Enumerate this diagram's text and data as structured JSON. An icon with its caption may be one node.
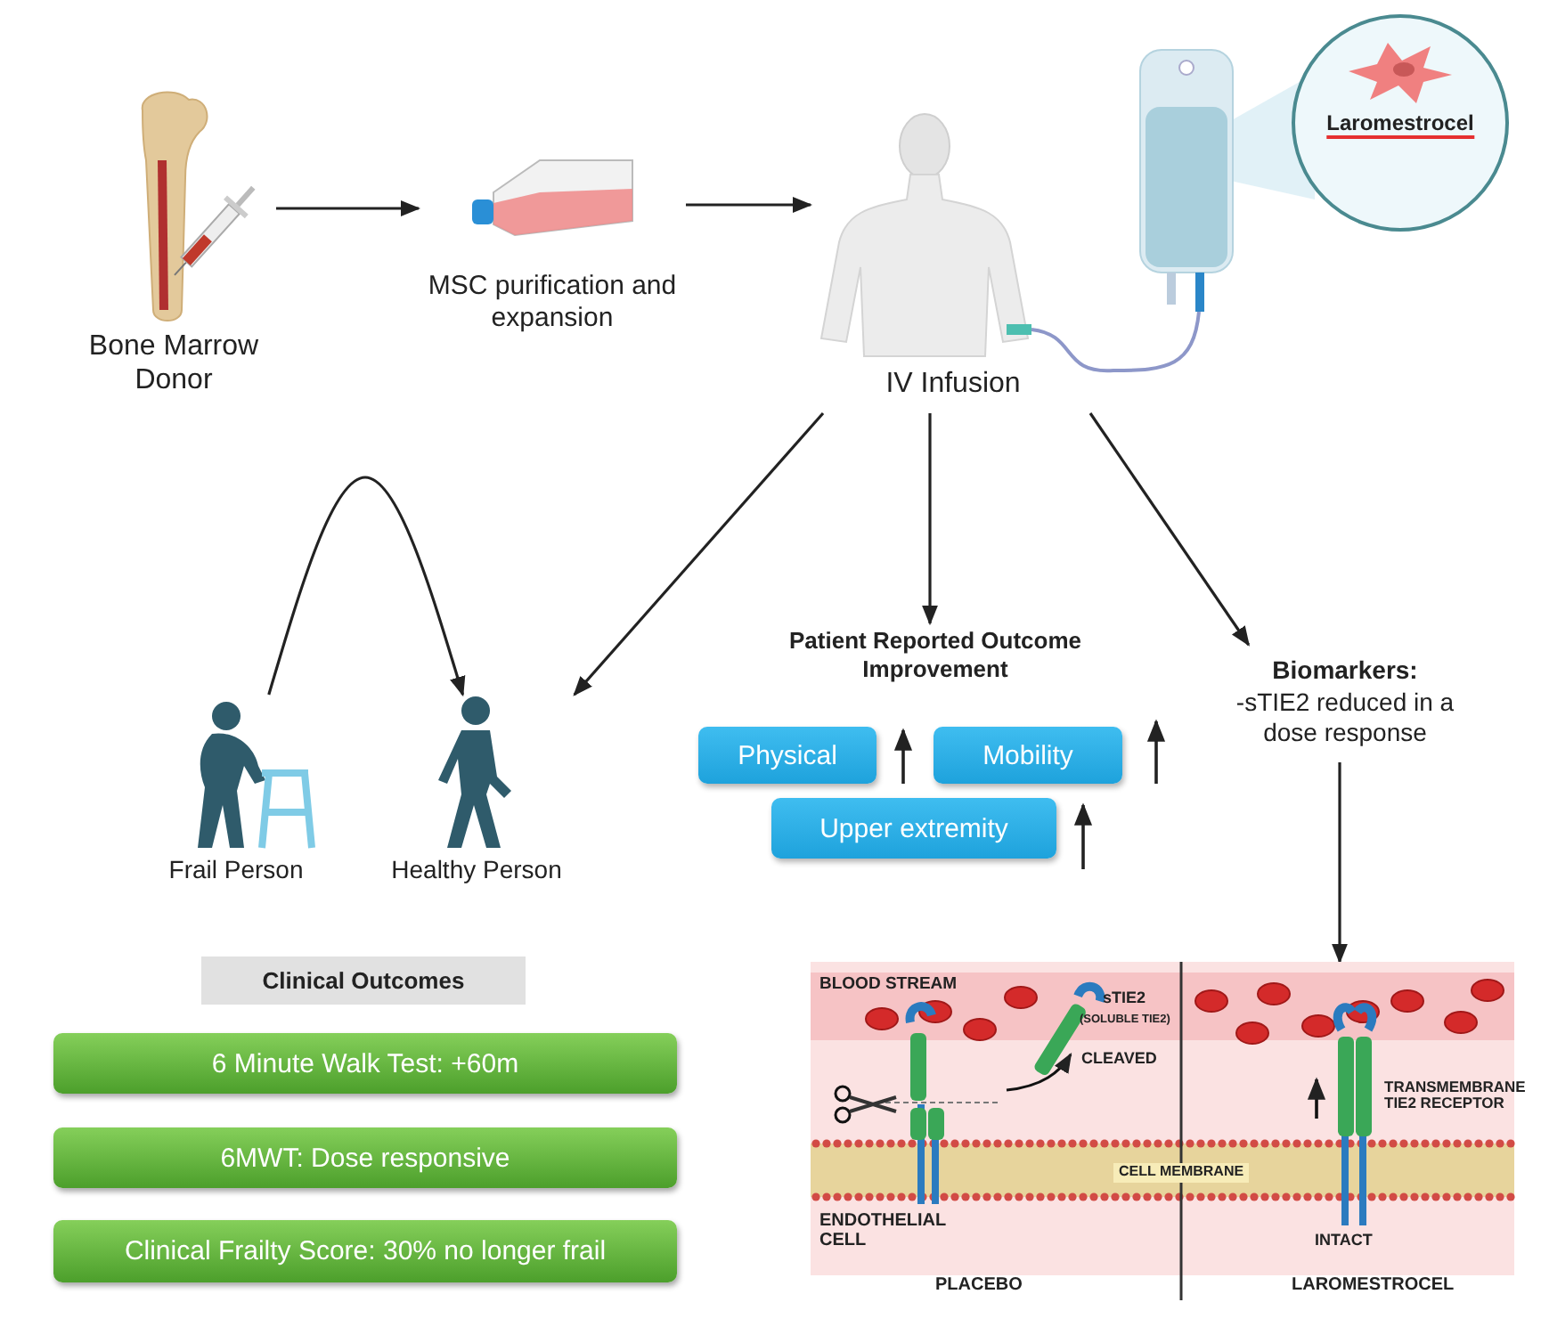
{
  "diagram": {
    "nodes": [
      {
        "text": [
          "Bone Marrow Donor"
        ]
      },
      {
        "text": [
          "MSC purification and expansion"
        ]
      },
      {
        "text": [
          "IV Infusion"
        ]
      },
      {
        "text": [
          "Laromestrocel"
        ]
      },
      {
        "text": [
          "Frail Person"
        ]
      },
      {
        "text": [
          "Healthy Person"
        ]
      },
      {
        "text": [
          "Patient Reported Outcome Improvement"
        ]
      },
      {
        "text": [
          "Physical"
        ]
      },
      {
        "text": [
          "Mobility"
        ]
      },
      {
        "text": [
          "Upper extremity"
        ]
      },
      {
        "text": [
          "Biomarkers:",
          "-sTIE2 reduced in a dose response"
        ]
      },
      {
        "text": [],
        "shape": "picture"
      },
      {
        "text": [
          "Clinical Outcomes"
        ]
      },
      {
        "text": [
          "6 Minute Walk Test: +60m"
        ]
      },
      {
        "text": [
          "6MWT: Dose responsive"
        ]
      },
      {
        "text": [
          "Clinical Frailty Score: 30% no longer frail"
        ]
      }
    ],
    "edges": [
      {
        "from": 0,
        "to": 1,
        "arrow": "to"
      },
      {
        "from": 1,
        "to": 2,
        "arrow": "to"
      },
      {
        "from": 2,
        "to": 5,
        "arrow": "to"
      },
      {
        "from": 2,
        "to": 6,
        "arrow": "to"
      },
      {
        "from": 2,
        "to": 10,
        "arrow": "to"
      },
      {
        "from": 4,
        "to": 5,
        "arrow": "to"
      },
      {
        "from": 10,
        "to": 11,
        "arrow": "to"
      }
    ],
    "labels": [
      "BLOOD STREAM",
      "sTIE2",
      "(SOLUBLE TIE2)",
      "CLEAVED",
      "TRANSMEMBRANE TIE2 RECEPTOR",
      "CELL MEMBRANE",
      "ENDOTHELIAL CELL",
      "INTACT",
      "PLACEBO",
      "LAROMESTROCEL"
    ]
  }
}
